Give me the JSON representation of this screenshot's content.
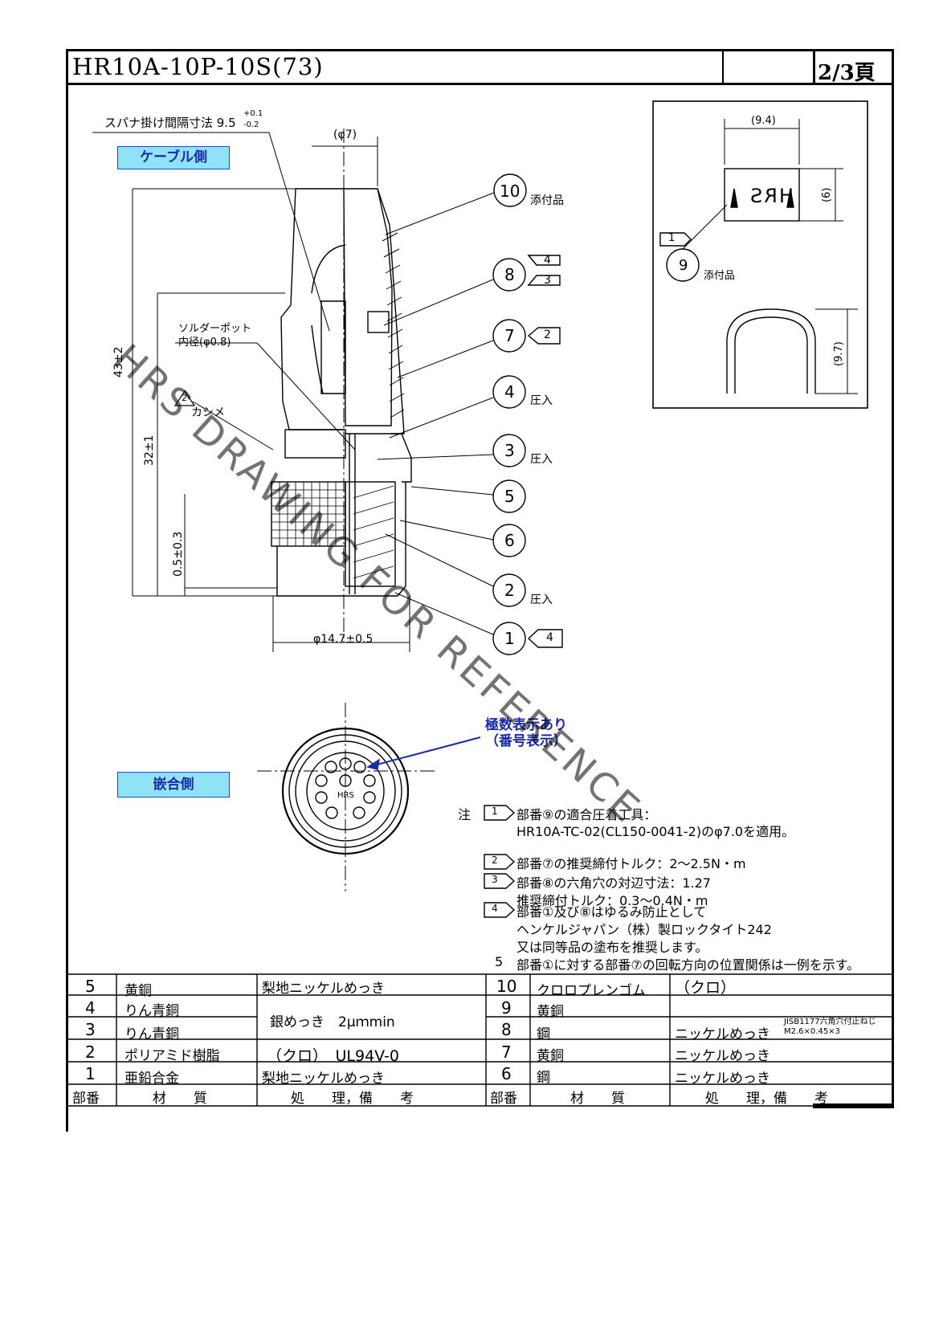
{
  "header": {
    "title": "HR10A-10P-10S(73)",
    "page": "2/3頁"
  },
  "drawing": {
    "spanner_label": "スパナ掛け間隔寸法 9.5",
    "spanner_tol_plus": "+0.1",
    "spanner_tol_minus": "-0.2",
    "dim_phi7": "(φ7)",
    "tag_cable_side": "ケーブル側",
    "tag_mating_side": "嵌合側",
    "solder_pot_line1": "ソルダーポット",
    "solder_pot_line2": "内径(φ0.8)",
    "kashime_mark": "2",
    "kashime": "カシメ",
    "dim_43": "43±2",
    "dim_32": "32±1",
    "dim_05": "0.5±0.3",
    "dim_phi147": "φ14.7±0.5",
    "pin_annotation_line1": "極数表示あり",
    "pin_annotation_line2": "（番号表示）",
    "inset_dim_94": "(9.4)",
    "inset_dim_6": "(6)",
    "inset_dim_97": "(9.7)",
    "inset_logo": "HRS",
    "inset_item": "9",
    "inset_item_note": "1",
    "inset_item_label": "添付品",
    "face_logo": "HRS",
    "callouts": [
      {
        "num": "10",
        "label": "添付品",
        "flag": ""
      },
      {
        "num": "8",
        "label": "",
        "flag": "4"
      },
      {
        "num": "",
        "label": "",
        "flag": "3"
      },
      {
        "num": "7",
        "label": "",
        "flag": "2"
      },
      {
        "num": "4",
        "label": "圧入",
        "flag": ""
      },
      {
        "num": "3",
        "label": "圧入",
        "flag": ""
      },
      {
        "num": "5",
        "label": "",
        "flag": ""
      },
      {
        "num": "6",
        "label": "",
        "flag": ""
      },
      {
        "num": "2",
        "label": "圧入",
        "flag": ""
      },
      {
        "num": "1",
        "label": "",
        "flag": "4"
      }
    ]
  },
  "notes": {
    "prefix": "注",
    "items": [
      {
        "flag": "1",
        "text": "部番⑨の適合圧着工具：",
        "cont": "HR10A-TC-02(CL150-0041-2)のφ7.0を適用。"
      },
      {
        "flag": "2",
        "text": "部番⑦の推奨締付トルク：2～2.5N・m",
        "cont": ""
      },
      {
        "flag": "3",
        "text": "部番⑧の六角穴の対辺寸法：1.27",
        "cont": "推奨締付トルク：0.3～0.4N・m"
      },
      {
        "flag": "4",
        "text": "部番①及び⑧はゆるみ防止として",
        "cont": "ヘンケルジャパン（株）製ロックタイト242",
        "cont2": "又は同等品の塗布を推奨します。"
      },
      {
        "flag": "5",
        "text": "部番①に対する部番⑦の回転方向の位置関係は一例を示す。",
        "cont": ""
      }
    ]
  },
  "parts_table": {
    "headers": [
      "部番",
      "材　　質",
      "処　　理，備　　考",
      "部番",
      "材　　質",
      "処　　理，備　　考"
    ],
    "left_rows": [
      {
        "no": "5",
        "material": "黄銅",
        "treatment": "梨地ニッケルめっき"
      },
      {
        "no": "4",
        "material": "りん青銅",
        "treatment": "銀めっき　2μｍmin"
      },
      {
        "no": "3",
        "material": "りん青銅",
        "treatment": ""
      },
      {
        "no": "2",
        "material": "ポリアミド樹脂",
        "treatment": "（クロ）　UL94V-0"
      },
      {
        "no": "1",
        "material": "亜鉛合金",
        "treatment": "梨地ニッケルめっき"
      }
    ],
    "right_rows": [
      {
        "no": "10",
        "material": "クロロプレンゴム",
        "treatment": "（クロ）",
        "remark": ""
      },
      {
        "no": "9",
        "material": "黄銅",
        "treatment": "",
        "remark": ""
      },
      {
        "no": "8",
        "material": "鋼",
        "treatment": "ニッケルめっき",
        "remark": "JISB1177六角穴付止ねじ M2.6×0.45×3"
      },
      {
        "no": "7",
        "material": "黄銅",
        "treatment": "ニッケルめっき",
        "remark": ""
      },
      {
        "no": "6",
        "material": "鋼",
        "treatment": "ニッケルめっき",
        "remark": ""
      }
    ]
  },
  "watermark": "HRS DRAWING FOR REFERENCE"
}
